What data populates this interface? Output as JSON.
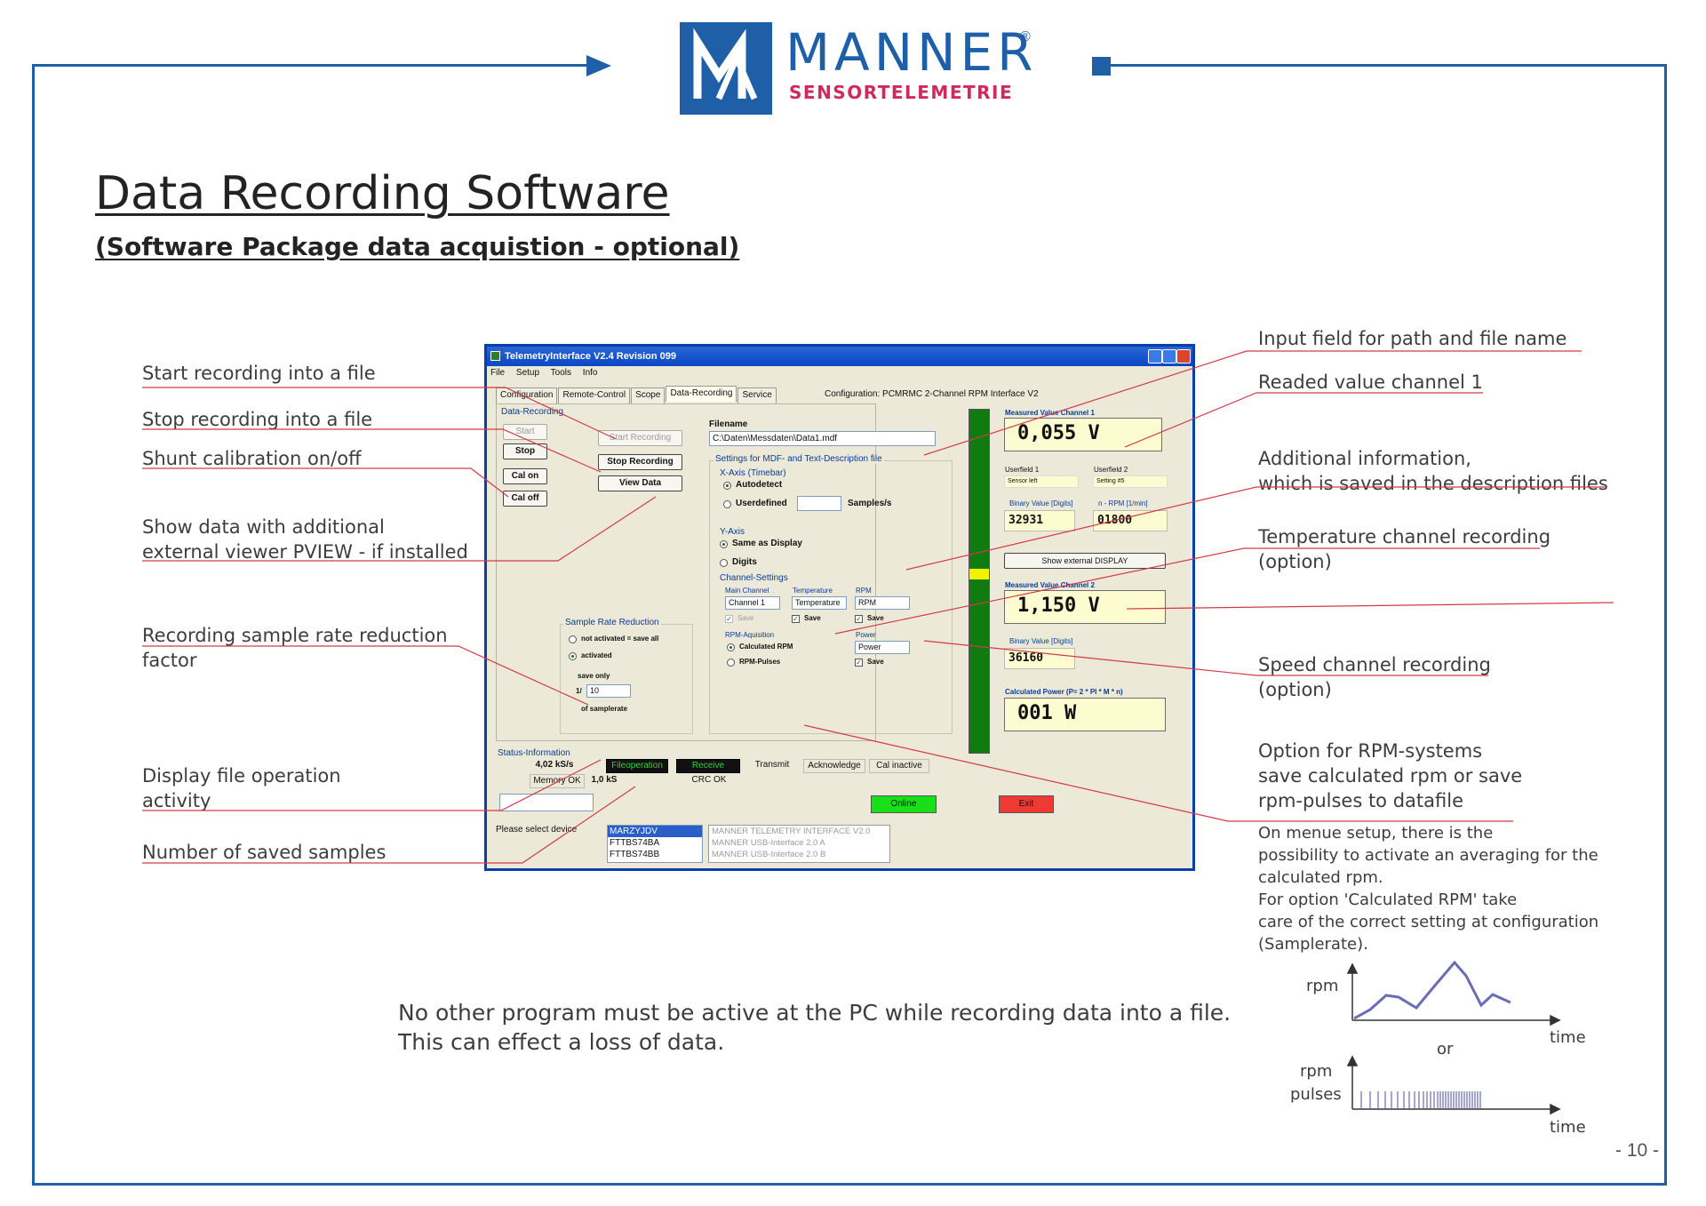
{
  "brand": {
    "name": "MANNER",
    "registered": "®",
    "tagline": "SENSORTELEMETRIE",
    "logo_text": "MA"
  },
  "title": "Data Recording Software",
  "subtitle": "(Software Package data acquistion - optional)",
  "colors": {
    "frame": "#1f5fa8",
    "brand_blue": "#1f5fa8",
    "brand_red": "#d02a5d",
    "callout_line": "#d23a4a",
    "graph_line": "#6b6bb8"
  },
  "annotations_left": [
    "Start recording into a file",
    "Stop recording into a file",
    "Shunt calibration on/off",
    "Show data with additional",
    "external viewer PVIEW - if installed",
    "Recording sample rate reduction",
    "factor",
    "Display file operation",
    "activity",
    "Number of saved samples"
  ],
  "annotations_right": [
    "Input field for path and file name",
    "Readed value channel 1",
    "Additional information,",
    "which is saved in the description files",
    "Temperature channel recording",
    "(option)",
    "Speed channel recording",
    "(option)",
    "Option for RPM-systems",
    "save calculated rpm or save",
    "rpm-pulses to datafile"
  ],
  "rpm_note": [
    "On menue setup, there is the",
    "possibility to activate an averaging for the",
    "calculated rpm.",
    "For option 'Calculated RPM' take",
    "care of the correct setting at configuration",
    "(Samplerate)."
  ],
  "warning": [
    "No other program must be active at the PC while recording data into a file.",
    "This can effect a loss of data."
  ],
  "graph": {
    "y_top": "rpm",
    "x_label": "time",
    "or_label": "or",
    "y_bottom_1": "rpm",
    "y_bottom_2": "pulses",
    "x_label_2": "time"
  },
  "page_number": "- 10 -",
  "app": {
    "window_title": "TelemetryInterface V2.4 Revision 099",
    "menu": [
      "File",
      "Setup",
      "Tools",
      "Info"
    ],
    "tabs": [
      "Configuration",
      "Remote-Control",
      "Scope",
      "Data-Recording",
      "Service"
    ],
    "configuration_text": "Configuration: PCMRMC 2-Channel RPM Interface V2",
    "data_recording_group": "Data-Recording",
    "buttons": {
      "start": "Start",
      "stop": "Stop",
      "cal_on": "Cal on",
      "cal_off": "Cal off",
      "start_recording": "Start Recording",
      "stop_recording": "Stop Recording",
      "view_data": "View Data",
      "show_external": "Show external DISPLAY",
      "online": "Online",
      "exit": "Exit"
    },
    "filename_label": "Filename",
    "filename_value": "C:\\Daten\\Messdaten\\Data1.mdf",
    "settings_group": "Settings for MDF- and Text-Description file",
    "x_axis_title": "X-Axis (Timebar)",
    "x_axis_autodetect": "Autodetect",
    "x_axis_userdefined": "Userdefined",
    "samples_per_s": "Samples/s",
    "y_axis_title": "Y-Axis",
    "y_axis_same": "Same as Display",
    "y_axis_digits": "Digits",
    "channel_settings": "Channel-Settings",
    "main_channel_label": "Main Channel",
    "main_channel_value": "Channel 1",
    "temperature_label": "Temperature",
    "temperature_value": "Temperature",
    "rpm_label": "RPM",
    "rpm_value": "RPM",
    "save_label": "Save",
    "rpm_aquisition": "RPM-Aquisition",
    "calculated_rpm": "Calculated RPM",
    "rpm_pulses": "RPM-Pulses",
    "power_label": "Power",
    "power_value": "Power",
    "sample_rate_reduction": "Sample Rate Reduction",
    "not_activated": "not activated = save all",
    "activated": "activated",
    "save_only": "save only",
    "one_over": "1/",
    "reduction_value": "10",
    "of_samplerate": "of samplerate",
    "measured_ch1_label": "Measured Value Channel 1",
    "measured_ch1_value": "0,055 V",
    "userfield1_label": "Userfield 1",
    "userfield1_value": "Sensor left",
    "userfield2_label": "Userfield 2",
    "userfield2_value": "Setting #5",
    "binary_label": "Binary Value [Digits]",
    "binary_value_1": "32931",
    "rpm_unit_label": "n - RPM [1/min]",
    "rpm_value_1": "01800",
    "measured_ch2_label": "Measured Value Channel 2",
    "measured_ch2_value": "1,150 V",
    "binary_value_2": "36160",
    "calc_power_label": "Calculated Power (P= 2 * PI * M * n)",
    "calc_power_value": "001 W",
    "status_title": "Status-Information",
    "status_rate": "4,02 kS/s",
    "status_fileoperation": "Fileoperation",
    "status_receive": "Receive",
    "status_transmit": "Transmit",
    "status_acknowledge": "Acknowledge",
    "status_cal": "Cal inactive",
    "status_memory": "Memory OK",
    "status_samples": "1,0 kS",
    "status_crc": "CRC OK",
    "select_device": "Please select device",
    "devices": [
      "MARZYJDV",
      "FTTBS74BA",
      "FTTBS74BB"
    ],
    "device_info": [
      "MANNER TELEMETRY INTERFACE V2.0",
      "MANNER USB-Interface 2.0 A",
      "MANNER USB-Interface 2.0 B"
    ]
  }
}
